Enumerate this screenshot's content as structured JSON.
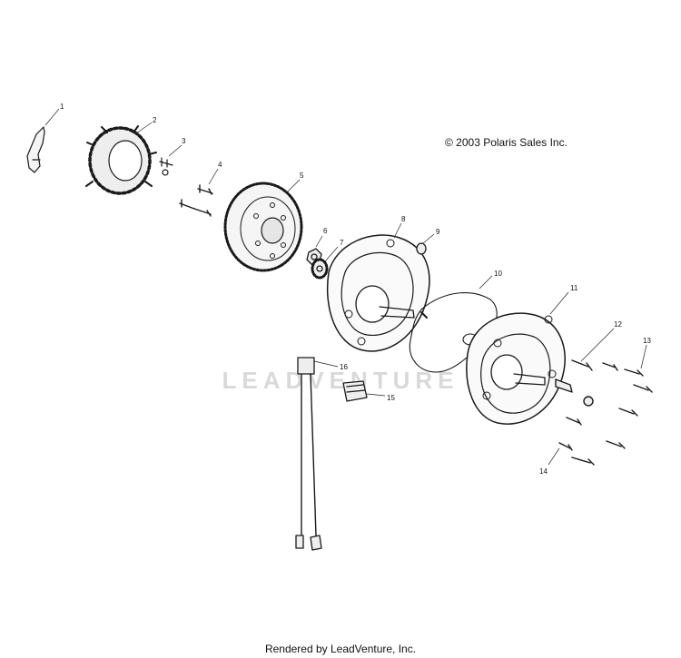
{
  "copyright": "© 2003 Polaris Sales Inc.",
  "watermark": "LEADVENTURE",
  "footer": "Rendered by LeadVenture, Inc.",
  "callouts": [
    "1",
    "2",
    "3",
    "4",
    "5",
    "6",
    "7",
    "8",
    "9",
    "10",
    "11",
    "12",
    "13",
    "14",
    "15",
    "16"
  ]
}
